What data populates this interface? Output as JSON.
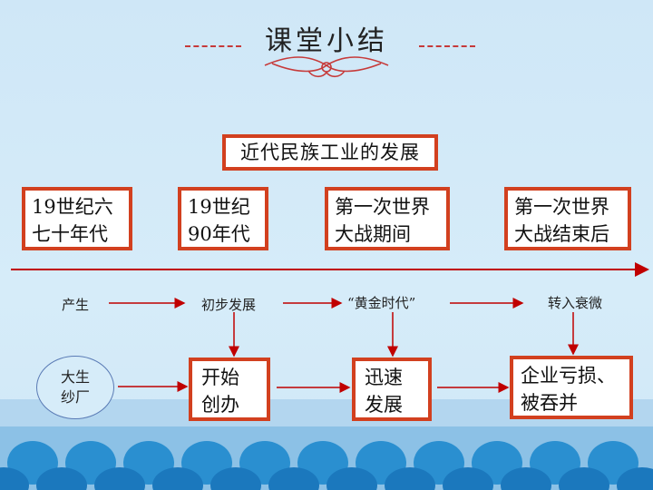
{
  "title": "课堂小结",
  "main_topic": "近代民族工业的发展",
  "periods": [
    {
      "line1": "19世纪六",
      "line2": "七十年代"
    },
    {
      "line1": "19世纪",
      "line2": "90年代"
    },
    {
      "line1": "第一次世界",
      "line2": "大战期间"
    },
    {
      "line1": "第一次世界",
      "line2": "大战结束后"
    }
  ],
  "stages": [
    "产生",
    "初步发展",
    "“黄金时代”",
    "转入衰微"
  ],
  "example": {
    "line1": "大生",
    "line2": "纱厂"
  },
  "outcomes": [
    {
      "line1": "开始",
      "line2": "创办"
    },
    {
      "line1": "迅速",
      "line2": "发展"
    },
    {
      "line1": "企业亏损、",
      "line2": "被吞并"
    }
  ],
  "colors": {
    "accent": "#c00000",
    "box_border": "#d2401f",
    "background": "#d3e9f7"
  }
}
